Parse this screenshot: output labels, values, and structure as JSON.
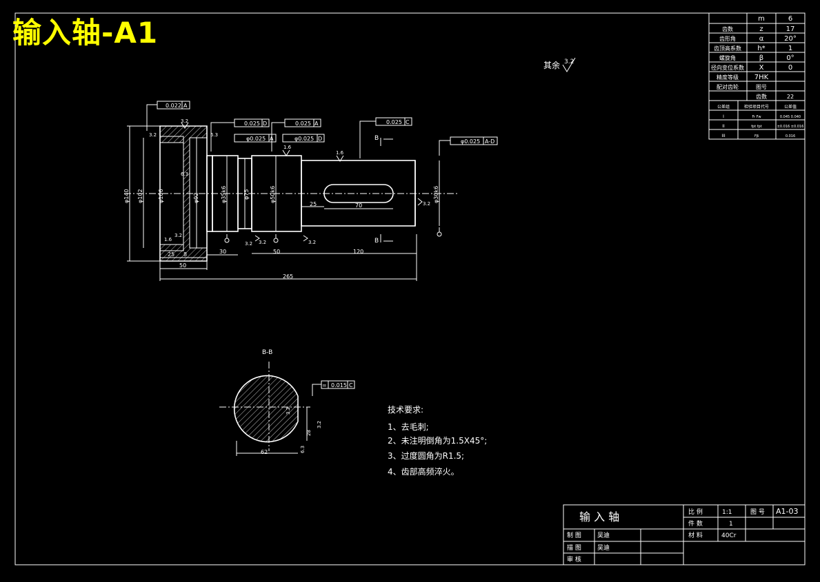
{
  "overlay": {
    "title": "输入轴-A1"
  },
  "param_table": {
    "rows": [
      {
        "label": "",
        "symbol": "m",
        "value": "6"
      },
      {
        "label": "齿数",
        "symbol": "z",
        "value": "17"
      },
      {
        "label": "齿形角",
        "symbol": "α",
        "value": "20°"
      },
      {
        "label": "齿顶高系数",
        "symbol": "h*",
        "value": "1"
      },
      {
        "label": "螺旋角",
        "symbol": "β",
        "value": "0°"
      },
      {
        "label": "径向变位系数",
        "symbol": "X",
        "value": "0"
      },
      {
        "label": "精度等级",
        "symbol": "7HK",
        "value": ""
      },
      {
        "label": "配对齿轮",
        "symbol": "图号",
        "value": ""
      },
      {
        "label": "",
        "symbol": "齿数",
        "value": "22"
      }
    ],
    "group_header": {
      "c1": "公差组",
      "c2": "检验项目代号",
      "c3": "公差值"
    },
    "group_rows": [
      {
        "g": "I",
        "codes": "Fr Fw",
        "vals": "0.045 0.040"
      },
      {
        "g": "II",
        "codes": "fpt fpt",
        "vals": "±0.016 ±0.016"
      },
      {
        "g": "III",
        "codes": "Fβ",
        "vals": "0.016"
      }
    ]
  },
  "other_roughness": {
    "label": "其余",
    "value": "3.2"
  },
  "tolerance_frames": [
    {
      "id": "tf1",
      "text": "0.022",
      "datum": "A"
    },
    {
      "id": "tf2",
      "text": "0.025",
      "datum": "D"
    },
    {
      "id": "tf3",
      "text": "0.025",
      "datum": "A"
    },
    {
      "id": "tf4",
      "text": "φ0.025",
      "datum": "A"
    },
    {
      "id": "tf5",
      "text": "φ0.025",
      "datum": "D"
    },
    {
      "id": "tf6",
      "text": "0.025",
      "datum": "C"
    },
    {
      "id": "tf7",
      "text": "φ0.025",
      "datum": "A-D"
    },
    {
      "id": "tf8",
      "text": "0.015",
      "datum": "C"
    }
  ],
  "dimensions": {
    "d_140": "φ140",
    "d_102": "φ102",
    "d_106": "φ106",
    "d_92": "φ92",
    "d_35": "φ35k6",
    "d_75": "φ75",
    "d_50": "φ50k6",
    "d_30": "φ30k6",
    "l_25a": "25",
    "l_8": "8",
    "l_50a": "50",
    "l_30": "30",
    "l_50b": "50",
    "l_120": "120",
    "l_265": "265",
    "l_25b": "25",
    "l_70": "70",
    "s_62": "62",
    "s_28": "28"
  },
  "roughness": {
    "r1": "3.2",
    "r2": "6.3",
    "r3": "6.3",
    "r4": "1.6",
    "r5": "3.2",
    "r6": "3.2",
    "r7": "1.6",
    "r8": "1.6",
    "r9": "3.2",
    "r10": "3.2",
    "r11": "3.2",
    "r12": "3.2",
    "r13": "3.2",
    "r14": "6.3",
    "r15": "3.2"
  },
  "section_marks": {
    "b_top": "B",
    "b_bottom": "B",
    "section_title": "B-B"
  },
  "datum_labels": {
    "c": "C"
  },
  "tech_requirements": {
    "title": "技术要求:",
    "items": [
      "1、去毛刺;",
      "2、未注明倒角为1.5X45°;",
      "3、过度圆角为R1.5;",
      "4、齿部高频淬火。"
    ]
  },
  "title_block": {
    "part_name": "输  入  轴",
    "scale_label": "比  例",
    "scale_value": "1:1",
    "drawing_no_label": "图  号",
    "drawing_no_value": "A1-03",
    "qty_label": "件  数",
    "qty_value": "1",
    "material_label": "材  料",
    "material_value": "40Cr",
    "drawn_label": "制  图",
    "drawn_value": "吴迪",
    "draft_label": "描  图",
    "draft_value": "吴迪",
    "check_label": "审  核",
    "check_value": ""
  }
}
